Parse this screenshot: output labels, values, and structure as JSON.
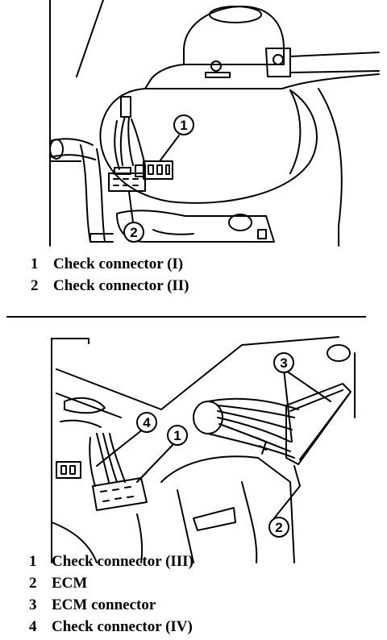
{
  "top_diagram": {
    "callouts": [
      "1",
      "2"
    ],
    "legend": [
      {
        "num": "1",
        "label": "Check connector (I)"
      },
      {
        "num": "2",
        "label": "Check connector (II)"
      }
    ]
  },
  "bottom_diagram": {
    "callouts": [
      "3",
      "4",
      "1",
      "2"
    ],
    "legend": [
      {
        "num": "1",
        "label": "Check connector (III)"
      },
      {
        "num": "2",
        "label": "ECM"
      },
      {
        "num": "3",
        "label": "ECM connector"
      },
      {
        "num": "4",
        "label": "Check connector (IV)"
      }
    ]
  },
  "colors": {
    "ink": "#000000",
    "paper": "#ffffff"
  }
}
